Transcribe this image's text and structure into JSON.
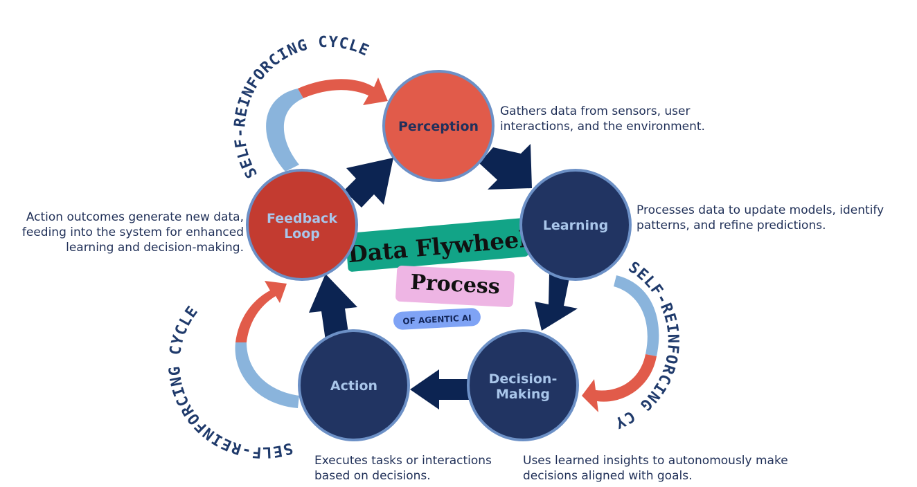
{
  "title": {
    "line1": "Data Flywheel",
    "line2": "Process",
    "badge": "OF AGENTIC AI"
  },
  "cycle_label": "SELF-REINFORCING CYCLE",
  "nodes": {
    "perception": {
      "label": "Perception",
      "description_lines": [
        "Gathers data from sensors, user",
        "interactions, and the environment."
      ]
    },
    "learning": {
      "label": "Learning",
      "description_lines": [
        "Processes data to update models, identify",
        "patterns, and refine predictions."
      ]
    },
    "decision": {
      "label_lines": [
        "Decision-",
        "Making"
      ],
      "description_lines": [
        "Uses learned insights to autonomously make",
        "decisions aligned with goals."
      ]
    },
    "action": {
      "label": "Action",
      "description_lines": [
        "Executes tasks or interactions",
        "based on decisions."
      ]
    },
    "feedback": {
      "label_lines": [
        "Feedback",
        "Loop"
      ],
      "description_lines": [
        "Action outcomes generate new data,",
        "feeding into the system for enhanced",
        "learning and decision-making."
      ]
    }
  },
  "colors": {
    "navy": "#213462",
    "navy_arrow": "#0c2452",
    "coral": "#e15b4a",
    "red": "#c33b30",
    "light_blue": "#8ab4dc",
    "teal": "#12a487",
    "pink": "#eeb5e4",
    "badge_blue": "#7fa3f5",
    "node_text_light": "#a9c6ea",
    "node_text_dark": "#22305b"
  }
}
